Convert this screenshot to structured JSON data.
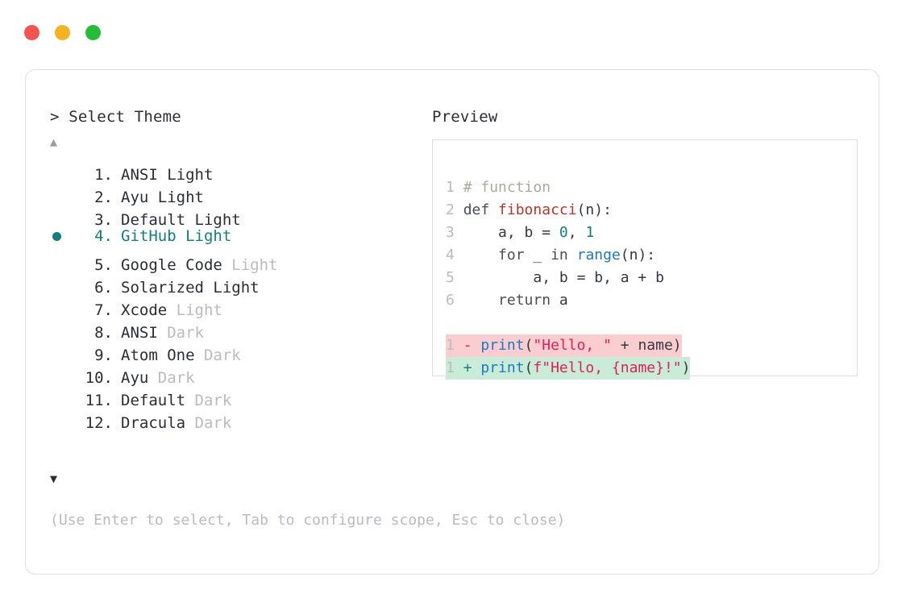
{
  "window": {
    "traffic_lights": [
      {
        "name": "close",
        "color": "#f4544f"
      },
      {
        "name": "minimize",
        "color": "#f5b324"
      },
      {
        "name": "maximize",
        "color": "#25bd38"
      }
    ]
  },
  "prompt": {
    "marker": ">",
    "title": "Select Theme",
    "scroll_up": "▲",
    "scroll_down": "▼",
    "selected_index": 4,
    "accent_color": "#11807b"
  },
  "themes": [
    {
      "num": "1.",
      "name": "ANSI Light",
      "variant": "",
      "selected": false
    },
    {
      "num": "2.",
      "name": "Ayu Light",
      "variant": "",
      "selected": false
    },
    {
      "num": "3.",
      "name": "Default Light",
      "variant": "",
      "selected": false
    },
    {
      "num": "4.",
      "name": "GitHub Light",
      "variant": "",
      "selected": true
    },
    {
      "num": "5.",
      "name": "Google Code",
      "variant": "Light",
      "selected": false
    },
    {
      "num": "6.",
      "name": "Solarized Light",
      "variant": "",
      "selected": false
    },
    {
      "num": "7.",
      "name": "Xcode",
      "variant": "Light",
      "selected": false
    },
    {
      "num": "8.",
      "name": "ANSI",
      "variant": "Dark",
      "selected": false
    },
    {
      "num": "9.",
      "name": "Atom One",
      "variant": "Dark",
      "selected": false
    },
    {
      "num": "10.",
      "name": "Ayu",
      "variant": "Dark",
      "selected": false
    },
    {
      "num": "11.",
      "name": "Default",
      "variant": "Dark",
      "selected": false
    },
    {
      "num": "12.",
      "name": "Dracula",
      "variant": "Dark",
      "selected": false
    }
  ],
  "hint": "(Use Enter to select, Tab to configure scope, Esc to close)",
  "preview": {
    "title": "Preview",
    "code_lines": [
      {
        "ln": "1",
        "text": "# function"
      },
      {
        "ln": "2",
        "text": "def fibonacci(n):"
      },
      {
        "ln": "3",
        "text": "    a, b = 0, 1"
      },
      {
        "ln": "4",
        "text": "    for _ in range(n):"
      },
      {
        "ln": "5",
        "text": "        a, b = b, a + b"
      },
      {
        "ln": "6",
        "text": "    return a"
      }
    ],
    "diff": [
      {
        "ln": "1",
        "marker": "-",
        "text": "print(\"Hello, \" + name)",
        "kind": "delete",
        "bg": "#facdd1"
      },
      {
        "ln": "1",
        "marker": "+",
        "text": "print(f\"Hello, {name}!\")",
        "kind": "insert",
        "bg": "#c9ecd9"
      }
    ]
  }
}
